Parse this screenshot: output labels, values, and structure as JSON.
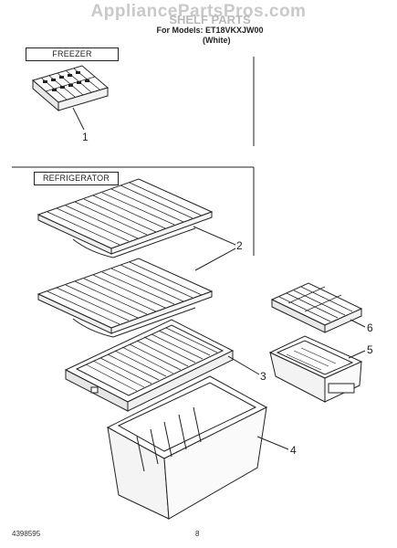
{
  "header": {
    "watermark": "AppliancePartsPros.com",
    "title": "SHELF PARTS",
    "model_line": "For Models: ET18VKXJW00",
    "color": "(White)"
  },
  "sections": {
    "freezer": "FREEZER",
    "refrigerator": "REFRIGERATOR"
  },
  "callouts": [
    "1",
    "2",
    "3",
    "4",
    "5",
    "6"
  ],
  "footer": {
    "doc_number": "4398595",
    "page_number": "8"
  },
  "colors": {
    "line": "#222222",
    "watermark": "#c9c9c9"
  }
}
